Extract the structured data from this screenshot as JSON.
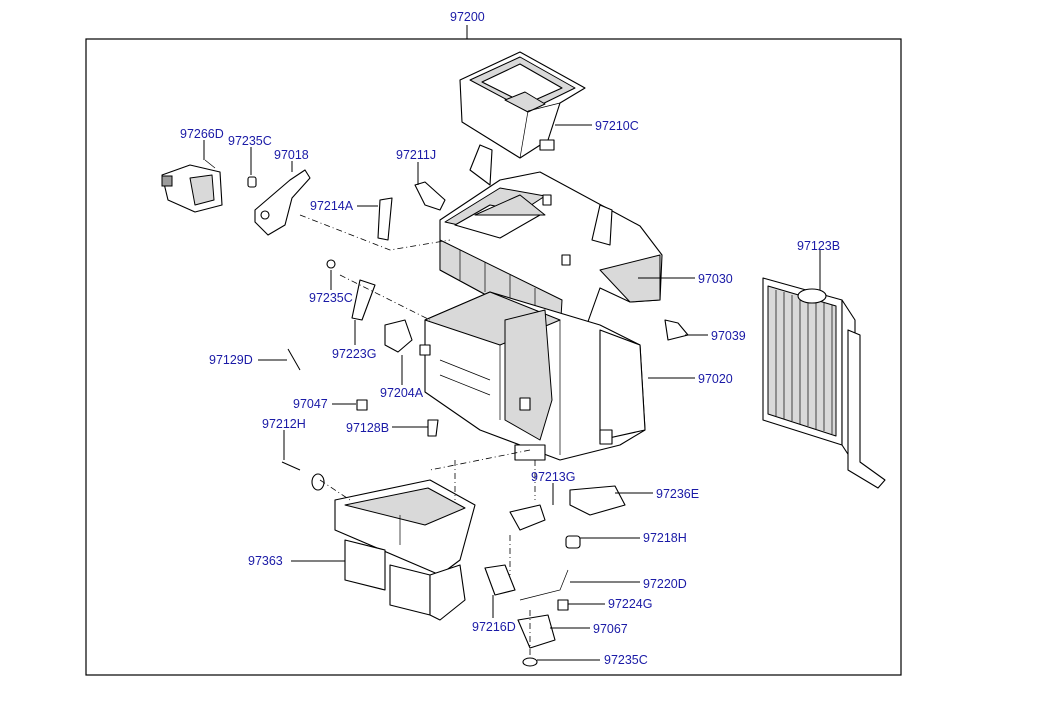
{
  "diagram": {
    "main_label": "97200",
    "part_labels": [
      "97210C",
      "97266D",
      "97235C",
      "97018",
      "97211J",
      "97214A",
      "97030",
      "97123B",
      "97235C",
      "97039",
      "97129D",
      "97223G",
      "97020",
      "97204A",
      "97047",
      "97128B",
      "97212H",
      "97213G",
      "97236E",
      "97363",
      "97218H",
      "97220D",
      "97224G",
      "97216D",
      "97067",
      "97235C"
    ]
  }
}
